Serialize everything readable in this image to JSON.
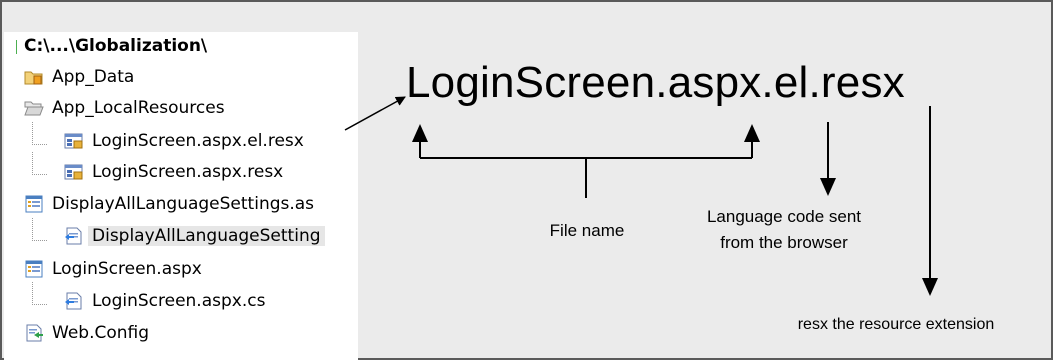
{
  "tree": {
    "root": "C:\\...\\Globalization\\",
    "items": [
      {
        "label": "App_Data",
        "icon": "folder-icon"
      },
      {
        "label": "App_LocalResources",
        "icon": "open-folder-icon"
      },
      {
        "label": "LoginScreen.aspx.el.resx",
        "icon": "resx-file-icon"
      },
      {
        "label": "LoginScreen.aspx.resx",
        "icon": "resx-file-icon"
      },
      {
        "label": "DisplayAllLanguageSettings.as",
        "icon": "aspx-page-icon"
      },
      {
        "label": "DisplayAllLanguageSetting",
        "icon": "cs-code-icon"
      },
      {
        "label": "LoginScreen.aspx",
        "icon": "aspx-page-icon"
      },
      {
        "label": "LoginScreen.aspx.cs",
        "icon": "cs-code-icon"
      },
      {
        "label": "Web.Config",
        "icon": "config-file-icon"
      }
    ]
  },
  "diagram": {
    "filename": "LoginScreen.aspx.el.resx",
    "file_name_label": "File name",
    "language_code_line1": "Language code sent",
    "language_code_line2": "from the browser",
    "extension_label": "resx the resource extension"
  }
}
